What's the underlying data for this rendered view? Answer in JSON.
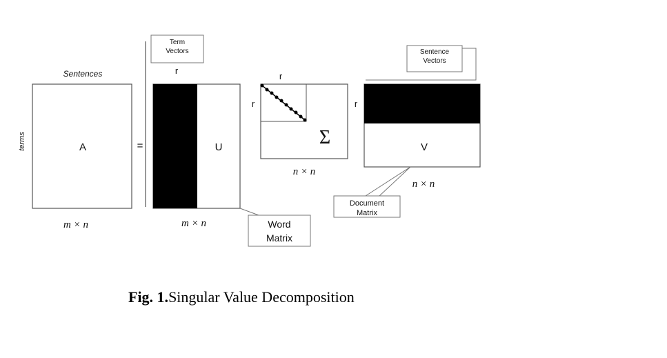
{
  "matrix_a": {
    "label": "A",
    "top_label": "Sentences",
    "side_label": "terms",
    "dims": "m × n"
  },
  "equals": "=",
  "matrix_u": {
    "label": "U",
    "rank_label": "r",
    "dims": "m × n"
  },
  "matrix_sigma": {
    "symbol": "Σ",
    "rank_top": "r",
    "rank_left": "r",
    "dims": "n × n"
  },
  "matrix_v": {
    "label": "V",
    "rank_left": "r",
    "dims": "n × n"
  },
  "callouts": {
    "term_vectors": [
      "Term",
      "Vectors"
    ],
    "sentence_vectors": [
      "Sentence",
      "Vectors"
    ],
    "word_matrix": [
      "Word",
      "Matrix"
    ],
    "document_matrix": [
      "Document",
      "Matrix"
    ]
  },
  "caption": {
    "prefix": "Fig. 1.",
    "text": "Singular Value Decomposition"
  },
  "colors": {
    "ink": "#111111",
    "fill": "#000000",
    "box": "#888888"
  }
}
